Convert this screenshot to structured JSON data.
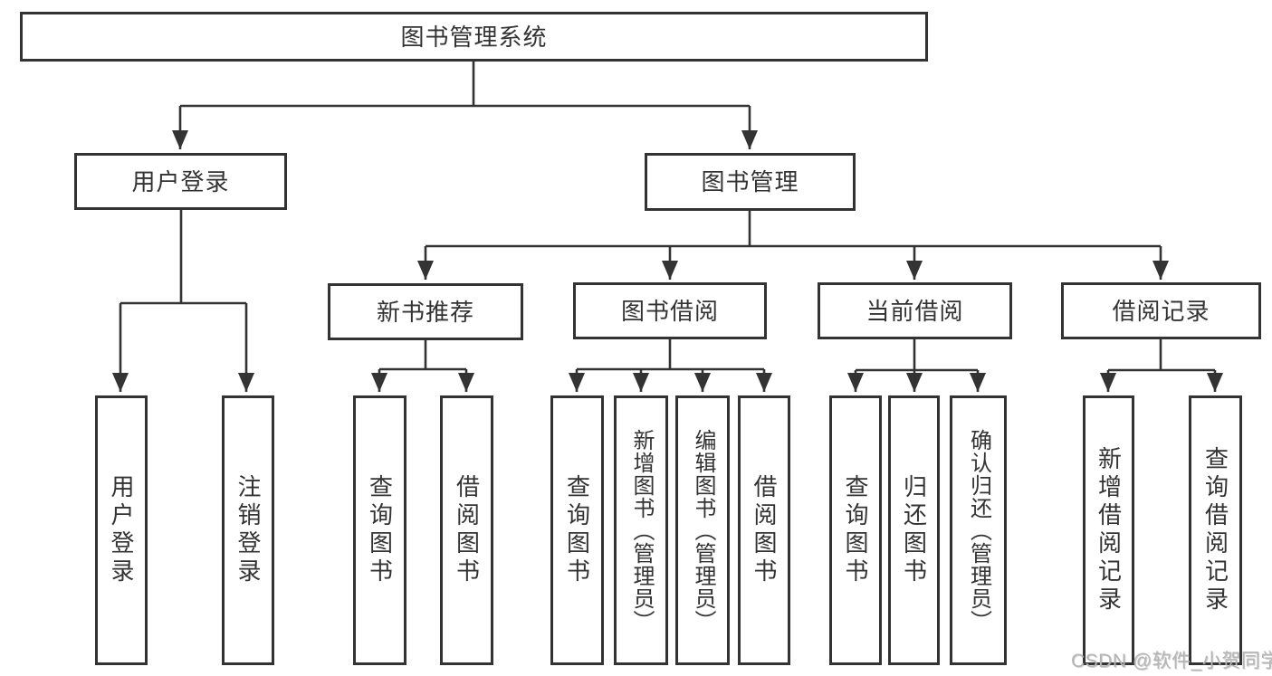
{
  "diagram": {
    "title": "图书管理系统",
    "colors": {
      "line": "#333333",
      "box_border": "#333333",
      "text": "#333333",
      "background": "#ffffff",
      "watermark_text": "#b5b5b5"
    },
    "nodes": {
      "root": {
        "label": "图书管理系统"
      },
      "level2": [
        {
          "label": "用户登录"
        },
        {
          "label": "图书管理"
        }
      ],
      "level3": [
        {
          "label": "新书推荐"
        },
        {
          "label": "图书借阅"
        },
        {
          "label": "当前借阅"
        },
        {
          "label": "借阅记录"
        }
      ],
      "leaves": [
        {
          "label": "用户登录",
          "parent": "用户登录"
        },
        {
          "label": "注销登录",
          "parent": "用户登录"
        },
        {
          "label": "查询图书",
          "parent": "新书推荐"
        },
        {
          "label": "借阅图书",
          "parent": "新书推荐"
        },
        {
          "label": "查询图书",
          "parent": "图书借阅"
        },
        {
          "label": "新增图书（管理员）",
          "parent": "图书借阅"
        },
        {
          "label": "编辑图书（管理员）",
          "parent": "图书借阅"
        },
        {
          "label": "借阅图书",
          "parent": "图书借阅"
        },
        {
          "label": "查询图书",
          "parent": "当前借阅"
        },
        {
          "label": "归还图书",
          "parent": "当前借阅"
        },
        {
          "label": "确认归还（管理员）",
          "parent": "当前借阅"
        },
        {
          "label": "新增借阅记录",
          "parent": "借阅记录"
        },
        {
          "label": "查询借阅记录",
          "parent": "借阅记录"
        }
      ]
    },
    "watermark": {
      "text": "CSDN @软件_小贺同学"
    }
  }
}
